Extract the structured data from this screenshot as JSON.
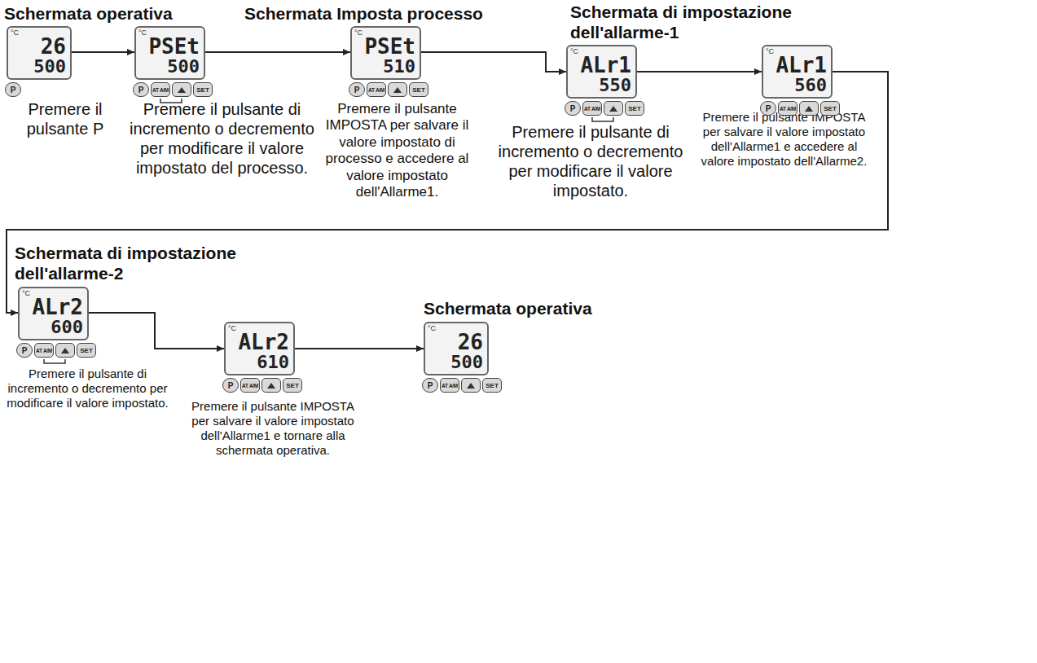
{
  "diagram": {
    "nodes": [
      {
        "text": [
          "26",
          "500"
        ]
      },
      {
        "text": [
          "PSEt",
          "500"
        ]
      },
      {
        "text": [
          "PSEt",
          "510"
        ]
      },
      {
        "text": [
          "ALr1",
          "550"
        ]
      },
      {
        "text": [
          "ALr1",
          "560"
        ]
      },
      {
        "text": [
          "ALr2",
          "600"
        ]
      },
      {
        "text": [
          "ALr2",
          "610"
        ]
      },
      {
        "text": [
          "26",
          "500"
        ]
      }
    ],
    "edges": [
      {
        "from": 0,
        "to": 1,
        "arrow": "to"
      },
      {
        "from": 1,
        "to": 2,
        "arrow": "to"
      },
      {
        "from": 2,
        "to": 3,
        "arrow": "to"
      },
      {
        "from": 3,
        "to": 4,
        "arrow": "to"
      },
      {
        "from": 4,
        "to": 5,
        "arrow": "to"
      },
      {
        "from": 5,
        "to": 6,
        "arrow": "to"
      },
      {
        "from": 6,
        "to": 7,
        "arrow": "to"
      }
    ],
    "labels": [
      "Schermata operativa",
      "Schermata Imposta processo",
      "Schermata di impostazione dell'allarme-1",
      "Schermata di impostazione dell'allarme-2",
      "Schermata operativa",
      "Premere il pulsante P",
      "Premere il pulsante di incremento o decremento per modificare il valore impostato del processo.",
      "Premere il pulsante IMPOSTA per salvare il valore impostato di processo e accedere al valore impostato dell'Allarme1.",
      "Premere il pulsante di incremento o decremento per modificare il valore impostato.",
      "Premere il pulsante IMPOSTA per salvare il valore impostato dell'Allarme1 e accedere al valore impostato dell'Allarme2.",
      "Premere il pulsante di incremento o decremento per modificare il valore impostato.",
      "Premere il pulsante IMPOSTA per salvare il valore impostato dell'Allarme1 e tornare alla schermata operativa.",
      "°C",
      "P",
      "°C",
      "P",
      "AT A/M",
      "SET",
      "°C",
      "P",
      "AT A/M",
      "SET",
      "°C",
      "P",
      "AT A/M",
      "SET",
      "°C",
      "P",
      "AT A/M",
      "SET",
      "°C",
      "P",
      "AT A/M",
      "SET",
      "°C",
      "P",
      "AT A/M",
      "SET",
      "°C",
      "P",
      "AT A/M",
      "SET"
    ]
  }
}
